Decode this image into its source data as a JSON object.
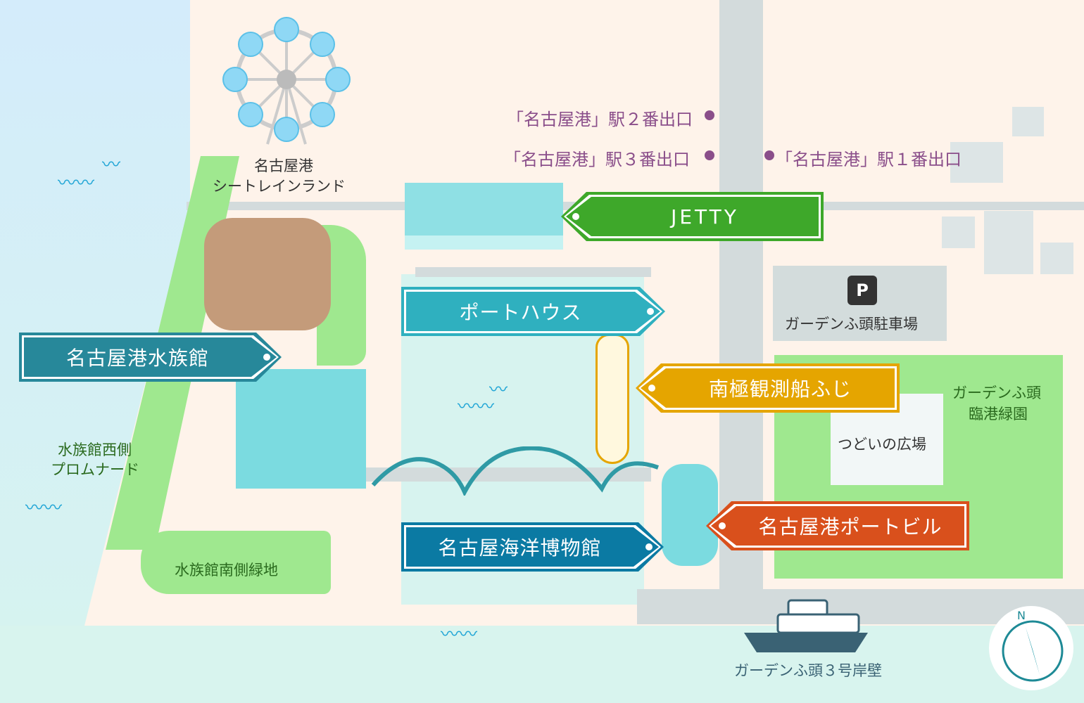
{
  "places": {
    "sea_train_land": [
      "名古屋港",
      "シートレインランド"
    ],
    "station_exit_2": "「名古屋港」駅２番出口",
    "station_exit_3": "「名古屋港」駅３番出口",
    "station_exit_1": "「名古屋港」駅１番出口",
    "parking_icon": "P",
    "parking": "ガーデンふ頭駐車場",
    "garden_park": [
      "ガーデンふ頭",
      "臨港緑園"
    ],
    "plaza": "つどいの広場",
    "promenade": [
      "水族館西側",
      "プロムナード"
    ],
    "south_green": "水族館南側緑地",
    "pier": "ガーデンふ頭３号岸壁",
    "compass_n": "N"
  },
  "signs": {
    "jetty": "JETTY",
    "port_house": "ポートハウス",
    "aquarium": "名古屋港水族館",
    "fuji": "南極観測船ふじ",
    "port_building": "名古屋港ポートビル",
    "maritime_museum": "名古屋海洋博物館"
  },
  "colors": {
    "jetty": "#3ea82a",
    "port_house": "#2fb0bf",
    "aquarium": "#27889a",
    "fuji": "#e5a500",
    "port_building": "#d9501c",
    "maritime_museum": "#0b7aa3",
    "station": "#8a4e8a"
  }
}
